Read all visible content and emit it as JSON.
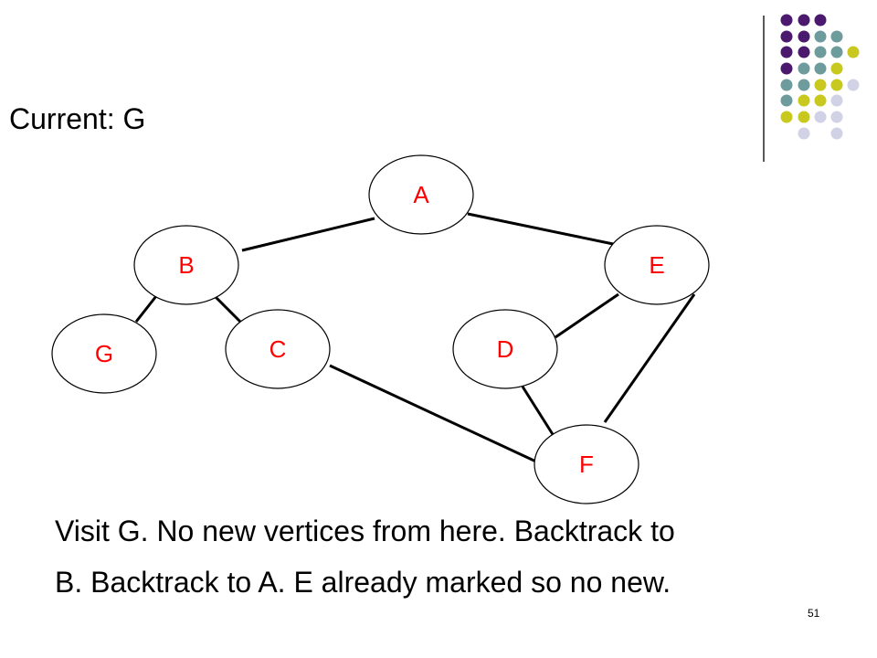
{
  "slide": {
    "title": "Current: G",
    "body_lines": [
      "Visit G.  No new vertices from here.  Backtrack to",
      "B. Backtrack to A.  E already marked so no new."
    ],
    "slide_number": "51"
  },
  "colors": {
    "node_label": "#ff0000",
    "edge": "#000000",
    "node_stroke": "#000000",
    "dot_purple": "#4b1a6e",
    "dot_teal": "#6e9b9b",
    "dot_yellow": "#c8c81e",
    "dot_lavender": "#d2d2e6"
  },
  "graph": {
    "nodes": [
      {
        "id": "A",
        "label": "A"
      },
      {
        "id": "B",
        "label": "B"
      },
      {
        "id": "C",
        "label": "C"
      },
      {
        "id": "D",
        "label": "D"
      },
      {
        "id": "E",
        "label": "E"
      },
      {
        "id": "F",
        "label": "F"
      },
      {
        "id": "G",
        "label": "G"
      }
    ],
    "edges": [
      {
        "from": "A",
        "to": "B"
      },
      {
        "from": "A",
        "to": "E"
      },
      {
        "from": "B",
        "to": "G"
      },
      {
        "from": "B",
        "to": "C"
      },
      {
        "from": "E",
        "to": "D"
      },
      {
        "from": "E",
        "to": "F"
      },
      {
        "from": "C",
        "to": "F"
      },
      {
        "from": "D",
        "to": "F"
      }
    ]
  }
}
